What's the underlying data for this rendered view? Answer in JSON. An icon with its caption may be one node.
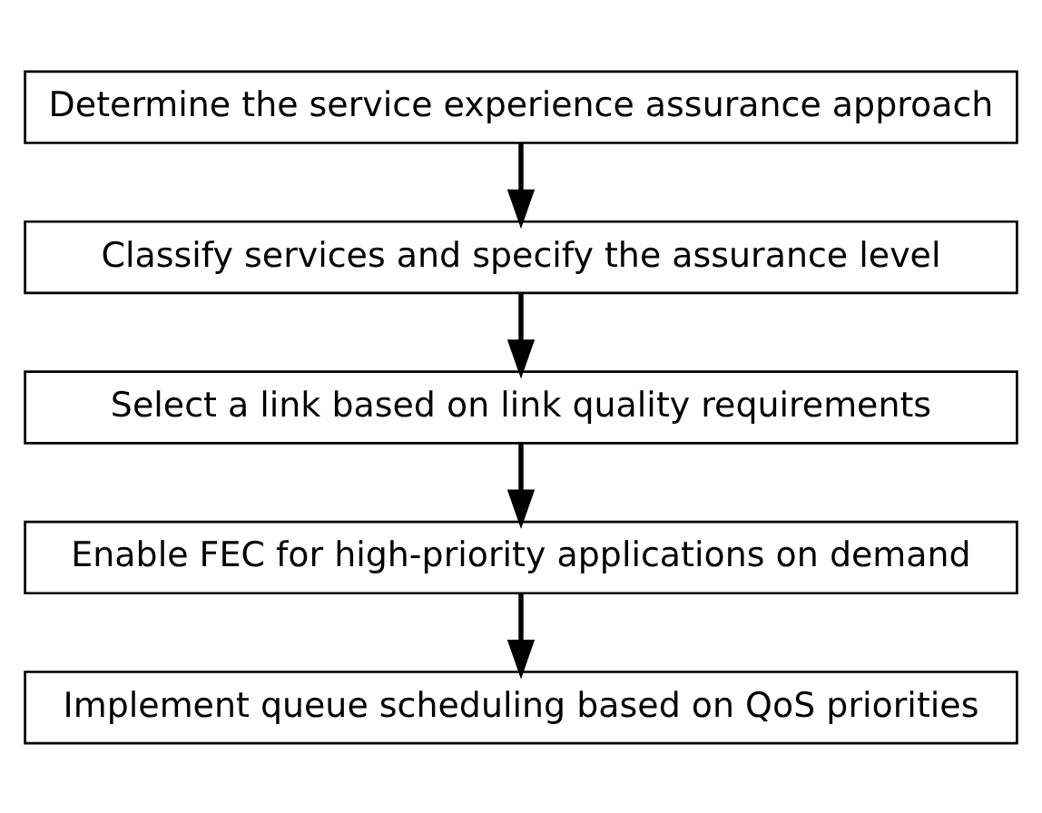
{
  "diagram": {
    "nodes": [
      {
        "text": [
          "Determine the service experience assurance approach"
        ]
      },
      {
        "text": [
          "Classify services and specify the assurance level"
        ]
      },
      {
        "text": [
          "Select a link based on link quality requirements"
        ]
      },
      {
        "text": [
          "Enable FEC for high-priority applications on demand"
        ]
      },
      {
        "text": [
          "Implement queue scheduling based on QoS priorities"
        ]
      }
    ],
    "edges": [
      {
        "from": 0,
        "to": 1,
        "arrow": "to"
      },
      {
        "from": 1,
        "to": 2,
        "arrow": "to"
      },
      {
        "from": 2,
        "to": 3,
        "arrow": "to"
      },
      {
        "from": 3,
        "to": 4,
        "arrow": "to"
      }
    ]
  }
}
